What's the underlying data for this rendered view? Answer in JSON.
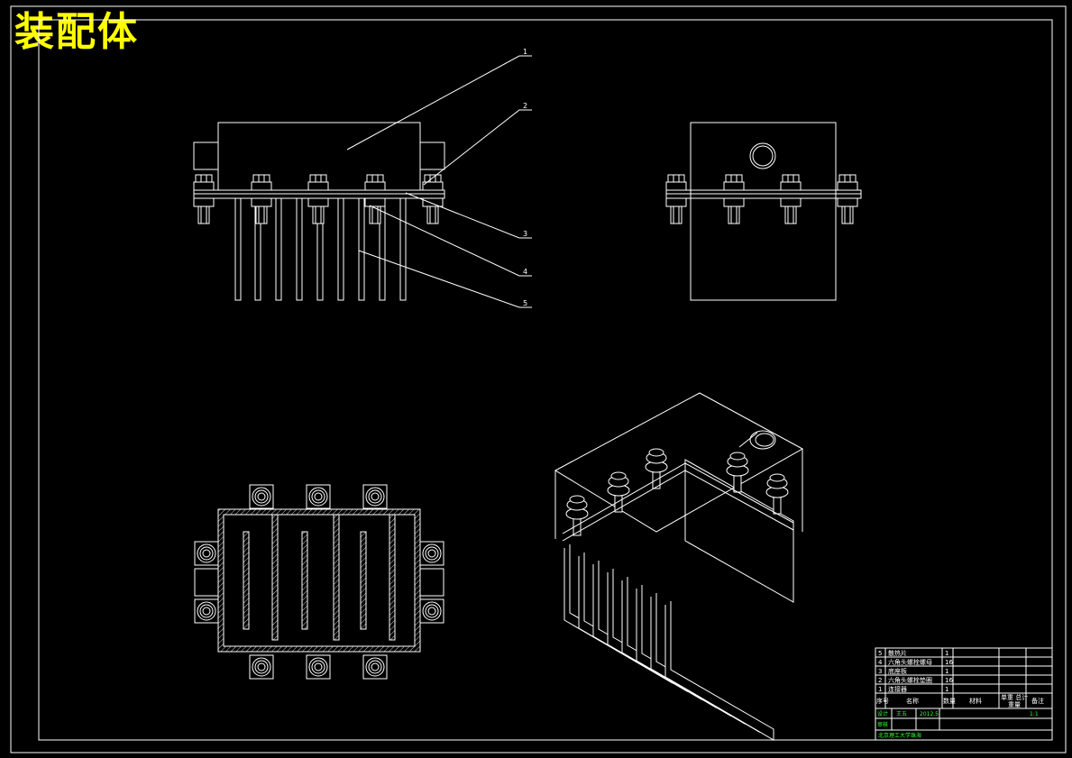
{
  "title": "装配体",
  "balloons": [
    "1",
    "2",
    "3",
    "4",
    "5"
  ],
  "bom": {
    "rows": [
      {
        "no": "5",
        "name": "散热片",
        "qty": "1"
      },
      {
        "no": "4",
        "name": "六角头螺栓螺母",
        "qty": "16"
      },
      {
        "no": "3",
        "name": "底座板",
        "qty": "1"
      },
      {
        "no": "2",
        "name": "六角头螺栓垫圈",
        "qty": "16"
      },
      {
        "no": "1",
        "name": "连接器",
        "qty": "1"
      }
    ],
    "header": {
      "no": "序号",
      "name": "名称",
      "qty": "数量",
      "material": "材料",
      "weight": "单重 总计",
      "weight_sub": "重量",
      "remarks": "备注"
    },
    "footer": {
      "designer_label": "设计",
      "designer": "王五",
      "date": "2012.5",
      "check_label": "审核",
      "scale": "1:1",
      "school": "北京理工大学珠海"
    }
  }
}
